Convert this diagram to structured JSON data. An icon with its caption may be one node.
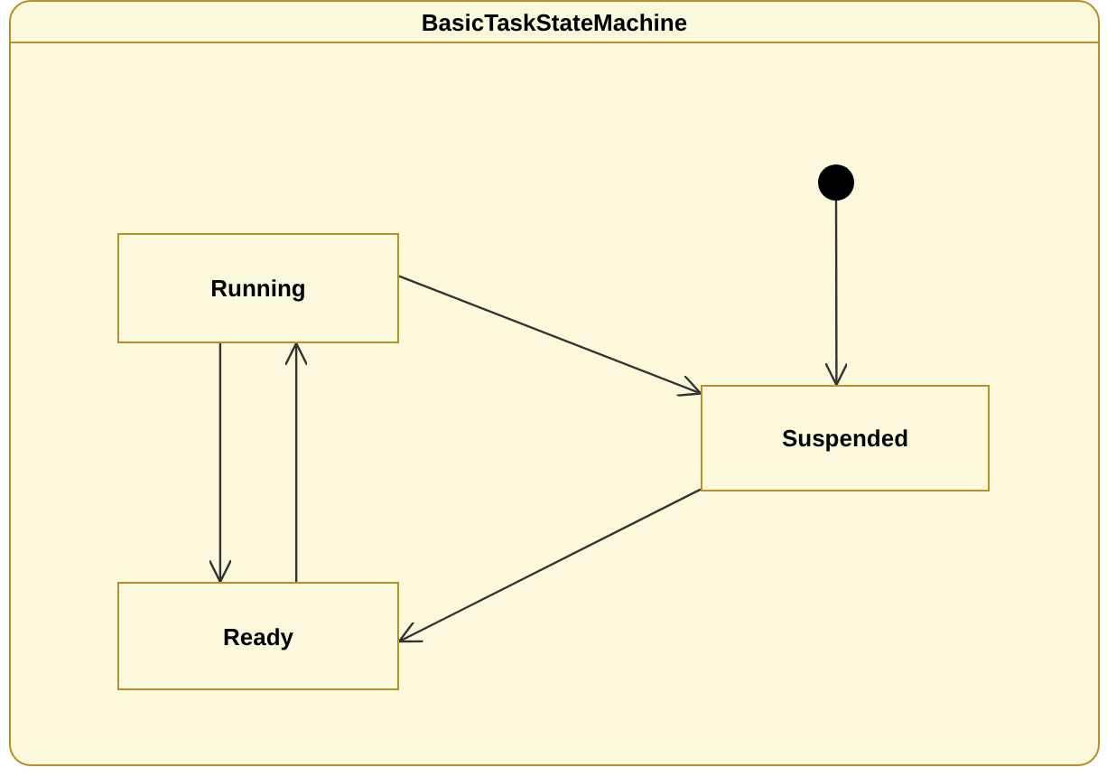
{
  "diagram": {
    "nodes": [
      {
        "text": [
          "BasicTaskStateMachine"
        ]
      },
      {
        "text": [
          "Running"
        ],
        "in": 0
      },
      {
        "text": [],
        "shape": "circle",
        "in": 0
      },
      {
        "text": [
          "Suspended"
        ],
        "in": 0
      },
      {
        "text": [
          "Ready"
        ],
        "in": 0
      }
    ],
    "edges": [
      {
        "from": 2,
        "to": 3,
        "arrow": "to"
      },
      {
        "from": 1,
        "to": 3,
        "arrow": "to"
      },
      {
        "from": 1,
        "to": 4,
        "arrow": "to"
      },
      {
        "from": 4,
        "to": 1,
        "arrow": "to"
      },
      {
        "from": 3,
        "to": 4,
        "arrow": "to"
      }
    ]
  }
}
